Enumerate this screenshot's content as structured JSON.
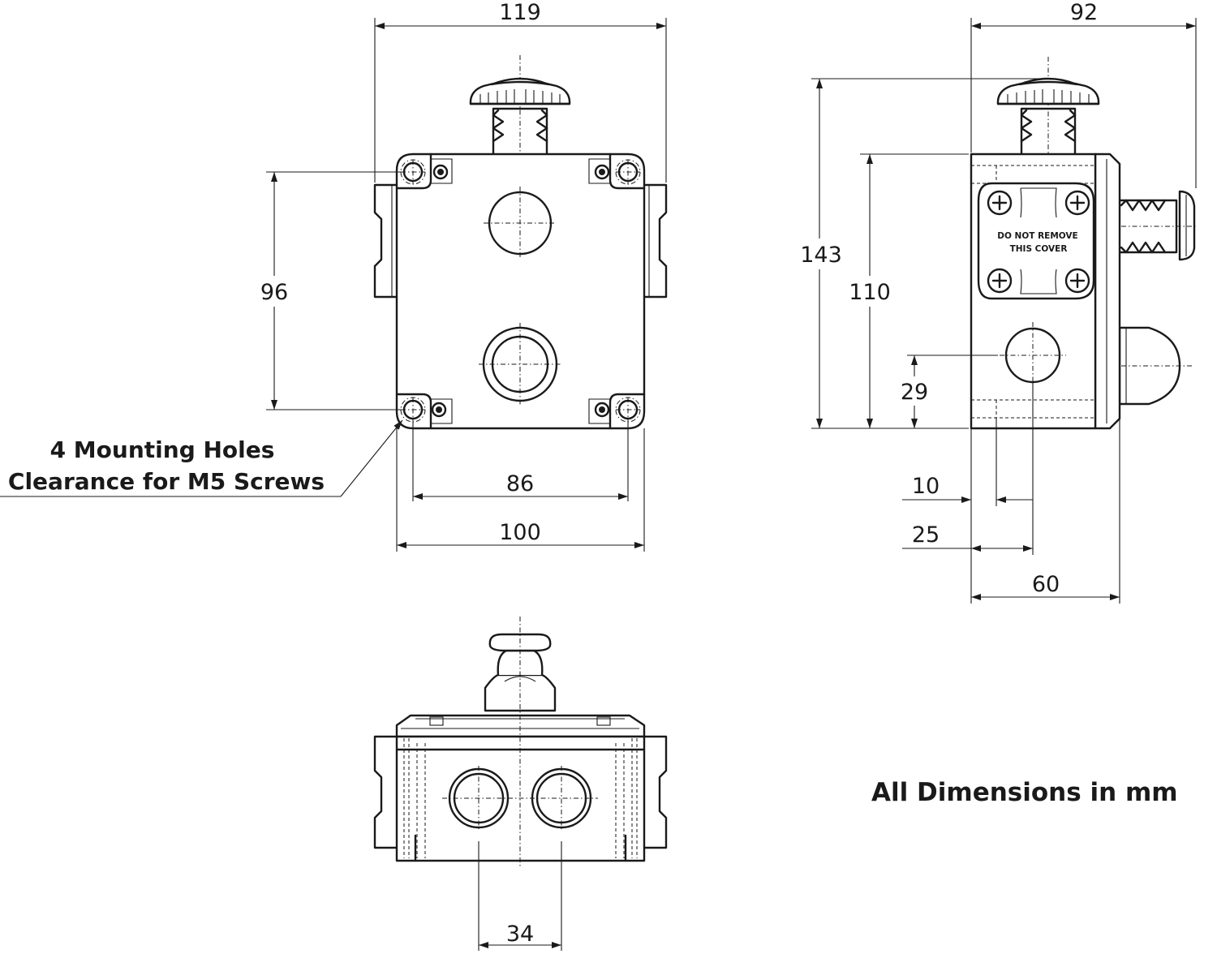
{
  "dimensions": {
    "front_width_overall": "119",
    "front_hole_spacing_v": "96",
    "front_hole_spacing_h": "86",
    "front_body_width": "100",
    "side_width_overall": "92",
    "side_height_overall": "143",
    "side_body_height": "110",
    "side_gland_height": "29",
    "side_offset_10": "10",
    "side_offset_25": "25",
    "side_depth": "60",
    "bottom_gland_spacing": "34"
  },
  "labels": {
    "mounting_line1": "4 Mounting Holes",
    "mounting_line2": "Clearance for M5 Screws",
    "cover_line1": "DO NOT REMOVE",
    "cover_line2": "THIS COVER",
    "units_note": "All Dimensions in mm"
  }
}
